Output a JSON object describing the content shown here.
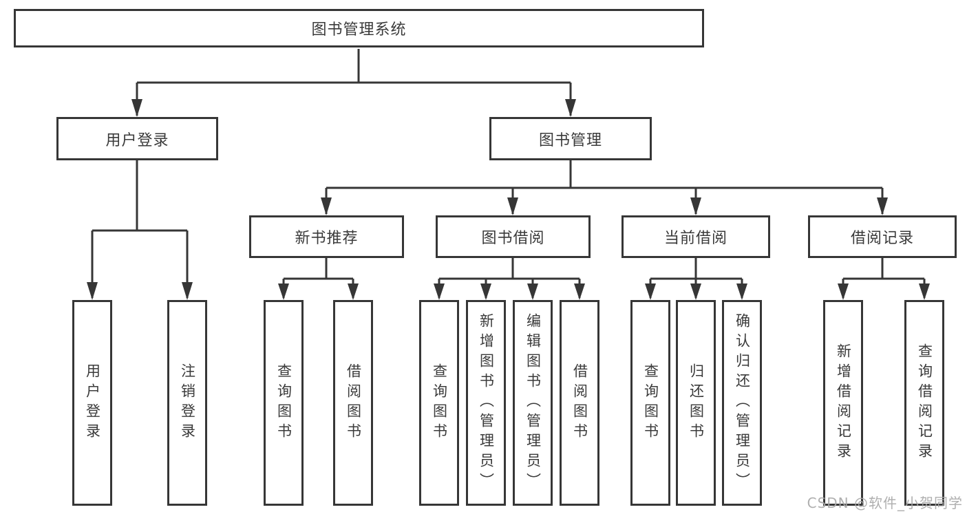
{
  "diagram": {
    "root": {
      "label": "图书管理系统"
    },
    "branches": [
      {
        "label": "用户登录",
        "children": [
          {
            "label": "用户登录"
          },
          {
            "label": "注销登录"
          }
        ]
      },
      {
        "label": "图书管理",
        "children": [
          {
            "label": "新书推荐",
            "children": [
              {
                "label": "查询图书"
              },
              {
                "label": "借阅图书"
              }
            ]
          },
          {
            "label": "图书借阅",
            "children": [
              {
                "label": "查询图书"
              },
              {
                "label": "新增图书（管理员）"
              },
              {
                "label": "编辑图书（管理员）"
              },
              {
                "label": "借阅图书"
              }
            ]
          },
          {
            "label": "当前借阅",
            "children": [
              {
                "label": "查询图书"
              },
              {
                "label": "归还图书"
              },
              {
                "label": "确认归还（管理员）"
              }
            ]
          },
          {
            "label": "借阅记录",
            "children": [
              {
                "label": "新增借阅记录"
              },
              {
                "label": "查询借阅记录"
              }
            ]
          }
        ]
      }
    ],
    "colors": {
      "line": "#363636",
      "text": "#3a3a3a",
      "watermark": "#a8a8a8",
      "box_background": "#ffffff"
    }
  },
  "watermark": {
    "text": "CSDN @软件_小贺同学"
  }
}
